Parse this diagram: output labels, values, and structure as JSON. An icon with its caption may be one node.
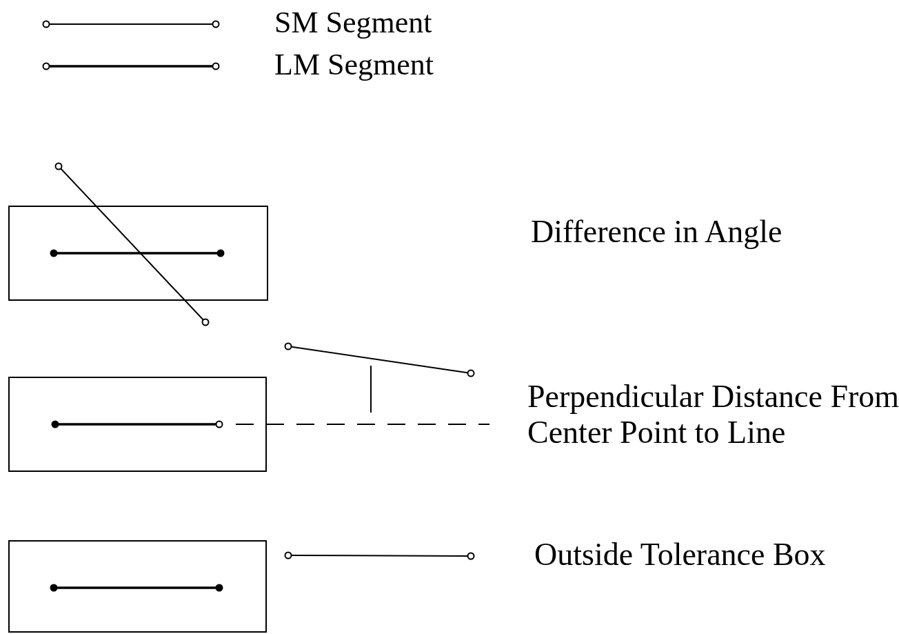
{
  "diagram": {
    "nodes": [
      {
        "text": [],
        "shape": "box"
      },
      {
        "text": [],
        "shape": "box"
      },
      {
        "text": [],
        "shape": "box"
      }
    ],
    "labels": [
      "Difference in Angle",
      "Perpendicular Distance From Center Point to Line",
      "Outside Tolerance Box"
    ],
    "legend": [
      {
        "text": "SM Segment"
      },
      {
        "text": "LM Segment"
      }
    ]
  }
}
